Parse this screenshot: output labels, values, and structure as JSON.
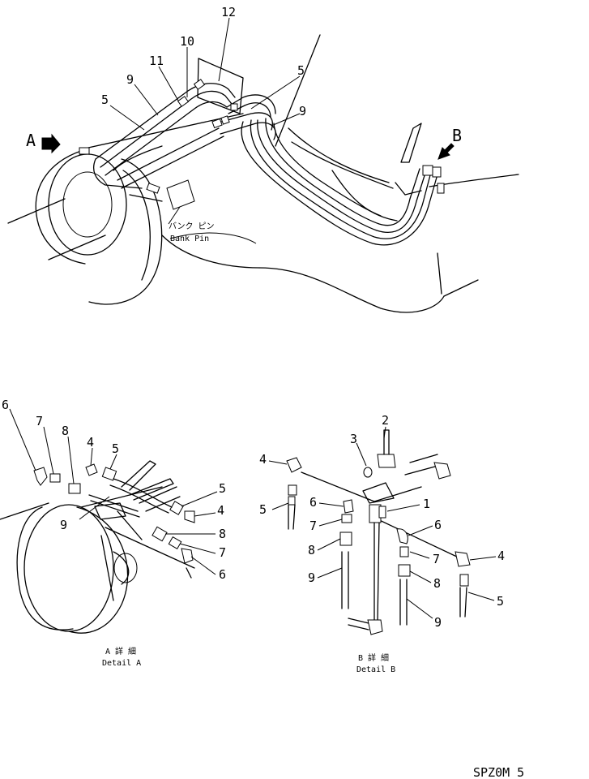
{
  "callouts_top": [
    "12",
    "10",
    "11",
    "9",
    "5",
    "5",
    "9"
  ],
  "views": {
    "a": "A",
    "b": "B"
  },
  "bank_pin": {
    "jp": "バンク ピン",
    "en": "Bank Pin"
  },
  "detail_a": {
    "title_jp": "A 詳 細",
    "title_en": "Detail A",
    "callouts": [
      "6",
      "7",
      "8",
      "4",
      "5",
      "5",
      "4",
      "9",
      "8",
      "7",
      "6"
    ]
  },
  "detail_b": {
    "title_jp": "B 詳 細",
    "title_en": "Detail B",
    "callouts": [
      "2",
      "3",
      "4",
      "1",
      "5",
      "6",
      "6",
      "7",
      "8",
      "7",
      "4",
      "9",
      "8",
      "5",
      "9"
    ]
  },
  "drawing_code": "SPZ0M 5",
  "colors": {
    "ink": "#000000",
    "paper": "#ffffff"
  }
}
